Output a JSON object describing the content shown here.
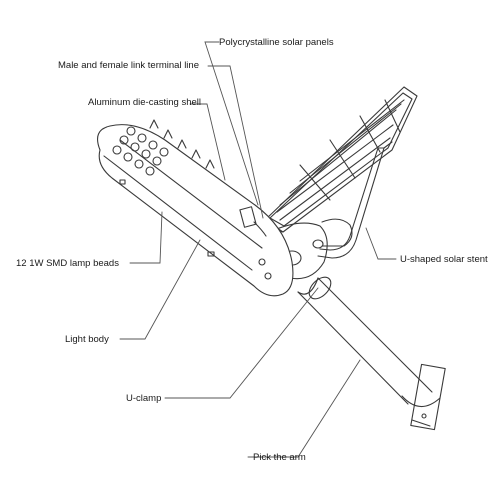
{
  "labels": {
    "solar_panels": "Polycrystalline solar panels",
    "link_terminal": "Male and female link terminal line",
    "aluminum_shell": "Aluminum die-casting shell",
    "u_stent": "U-shaped solar stent",
    "lamp_beads": "12 1W SMD lamp beads",
    "light_body": "Light body",
    "u_clamp": "U-clamp",
    "pick_arm": "Pick the arm"
  },
  "colors": {
    "line": "#3a3a3a",
    "leader": "#555555",
    "background": "#ffffff"
  }
}
